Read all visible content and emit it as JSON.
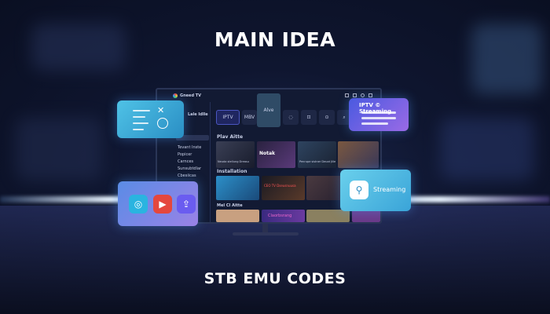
{
  "headline": "MAIN IDEA",
  "footer_title": "STB EMU CODES",
  "tv": {
    "brand": "Gneed TV",
    "tabs": [
      "IPTV",
      "MBV",
      "Alve"
    ],
    "sidebar": {
      "heading": "Lale Idlle",
      "items": [
        "Tevant Inste",
        "Popicer",
        "Carnces",
        "Sunsubtdlar",
        "Cbesiicas"
      ]
    },
    "rows": [
      {
        "title": "Plav Aitte",
        "captions": [
          "Neuda stellung Dreasu",
          "Notak",
          "Penrupe sistner Deuot Jille",
          ""
        ]
      },
      {
        "title": "Installation",
        "captions": [
          "",
          "CEO TV Dseusnuusa",
          "",
          ""
        ]
      },
      {
        "title": "Mel Cl Aitte",
        "captions": [
          "",
          "Claorbsrang",
          "",
          ""
        ]
      }
    ]
  },
  "cards": {
    "top_right_title": "IPTV © Streaming",
    "bottom_right_label": "Streaming"
  },
  "colors": {
    "accent": "#3fb8e0",
    "purple": "#6a5cf0",
    "red": "#e5473d"
  }
}
